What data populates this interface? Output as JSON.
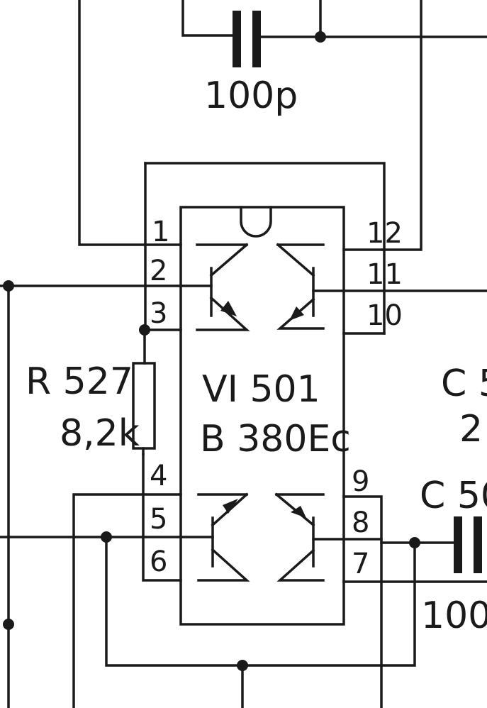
{
  "ic": {
    "ref": "VI 501",
    "part": "B 380Ec"
  },
  "pins": {
    "p1": "1",
    "p2": "2",
    "p3": "3",
    "p4": "4",
    "p5": "5",
    "p6": "6",
    "p7": "7",
    "p8": "8",
    "p9": "9",
    "p10": "10",
    "p11": "11",
    "p12": "12"
  },
  "resistor": {
    "ref": "R 527",
    "value": "8,2k"
  },
  "capacitor_top": {
    "value": "100p"
  },
  "capacitor_right": {
    "ref_fragment": "C 50",
    "value_fragment": "100"
  },
  "capacitor_right_upper": {
    "ref_fragment": "C 5",
    "value_fragment": "2"
  }
}
